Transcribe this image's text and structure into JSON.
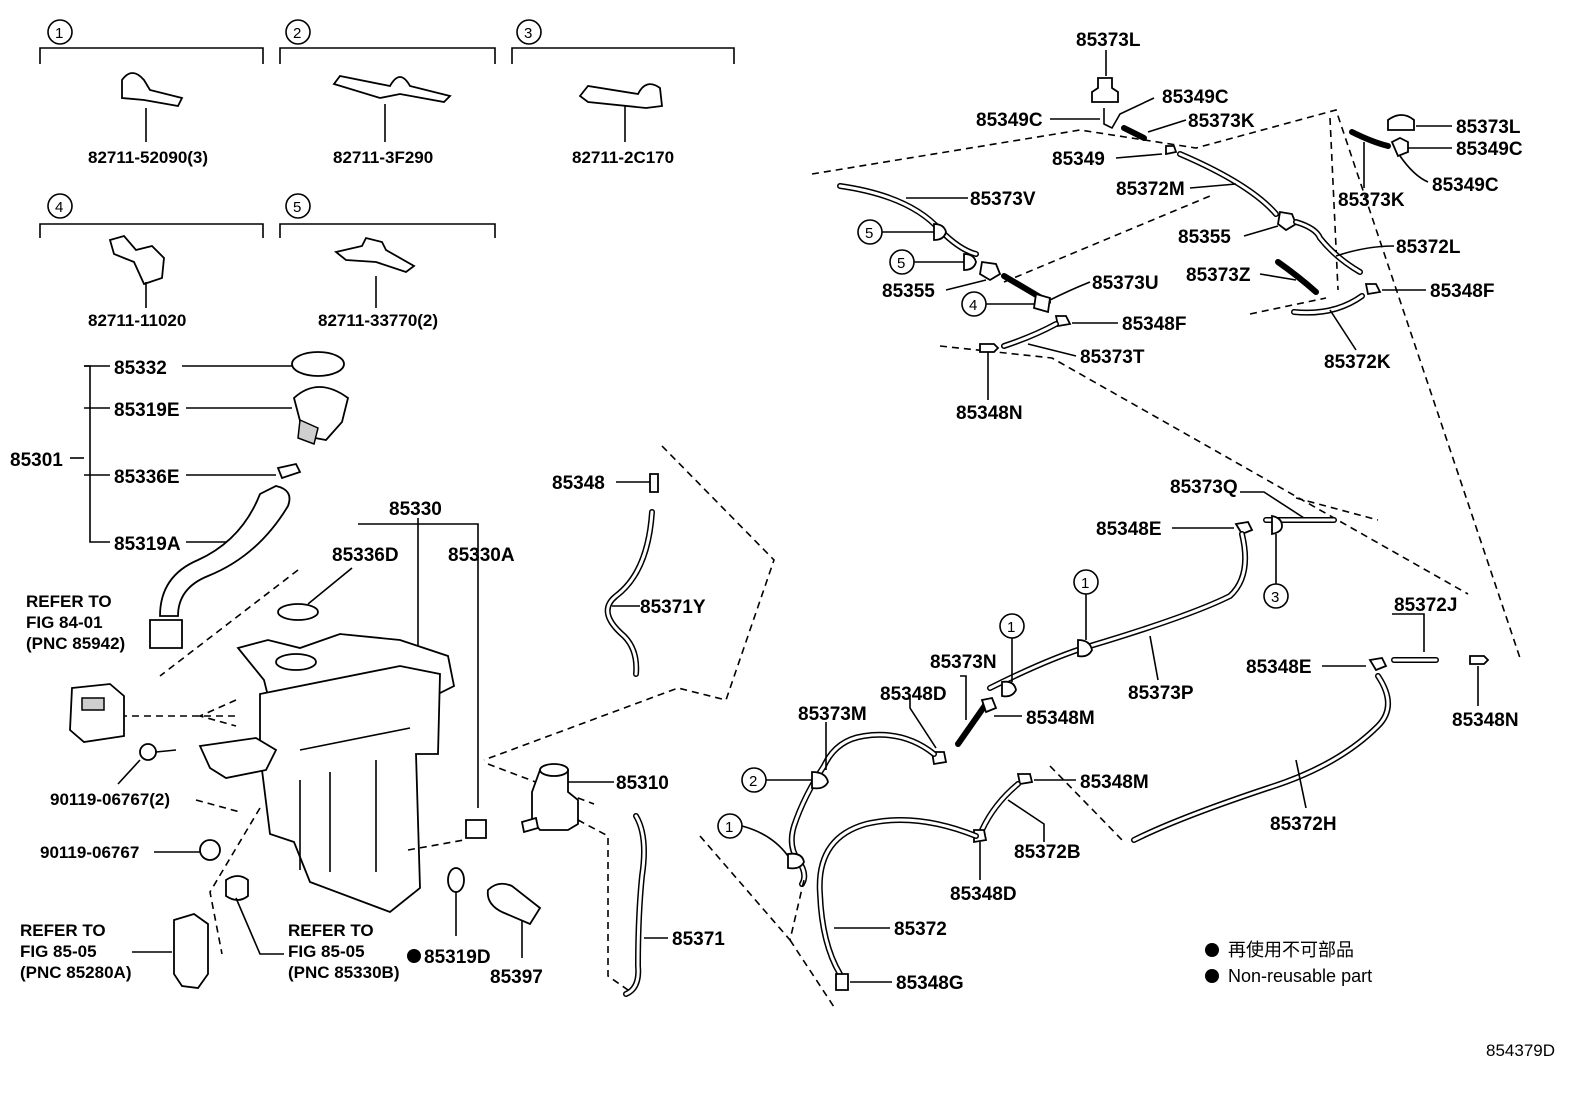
{
  "clips": [
    {
      "num": "1",
      "part": "82711-52090(3)"
    },
    {
      "num": "2",
      "part": "82711-3F290"
    },
    {
      "num": "3",
      "part": "82711-2C170"
    },
    {
      "num": "4",
      "part": "82711-11020"
    },
    {
      "num": "5",
      "part": "82711-33770(2)"
    }
  ],
  "labels": {
    "p85332": "85332",
    "p85319E": "85319E",
    "p85301": "85301",
    "p85336E": "85336E",
    "p85319A": "85319A",
    "p85330": "85330",
    "p85336D": "85336D",
    "p85330A": "85330A",
    "p90119a": "90119-06767(2)",
    "p90119b": "90119-06767",
    "p85319D": "85319D",
    "p85397": "85397",
    "p85310": "85310",
    "p85371": "85371",
    "p85348": "85348",
    "p85371Y": "85371Y",
    "p85373L_a": "85373L",
    "p85349C_a": "85349C",
    "p85349C_b": "85349C",
    "p85373K_a": "85373K",
    "p85349": "85349",
    "p85372M": "85372M",
    "p85373V": "85373V",
    "p85355_a": "85355",
    "p85355_b": "85355",
    "p85373U": "85373U",
    "p85348F_a": "85348F",
    "p85373T": "85373T",
    "p85348N_a": "85348N",
    "p85373L_b": "85373L",
    "p85349C_c": "85349C",
    "p85349C_d": "85349C",
    "p85373K_b": "85373K",
    "p85372L": "85372L",
    "p85373Z": "85373Z",
    "p85348F_b": "85348F",
    "p85372K": "85372K",
    "p85373Q": "85373Q",
    "p85348E_a": "85348E",
    "p85373N": "85373N",
    "p85348D_a": "85348D",
    "p85348M_a": "85348M",
    "p85373P": "85373P",
    "p85373M": "85373M",
    "p85348M_b": "85348M",
    "p85372B": "85372B",
    "p85348D_b": "85348D",
    "p85372": "85372",
    "p85348G": "85348G",
    "p85372J": "85372J",
    "p85348E_b": "85348E",
    "p85348N_b": "85348N",
    "p85372H": "85372H"
  },
  "refers": {
    "r1": [
      "REFER TO",
      "FIG 84-01",
      "(PNC 85942)"
    ],
    "r2": [
      "REFER TO",
      "FIG 85-05",
      "(PNC 85280A)"
    ],
    "r3": [
      "REFER TO",
      "FIG 85-05",
      "(PNC 85330B)"
    ]
  },
  "legend": {
    "jp": "再使用不可部品",
    "en": "Non-reusable part"
  },
  "drawing_no": "854379D"
}
